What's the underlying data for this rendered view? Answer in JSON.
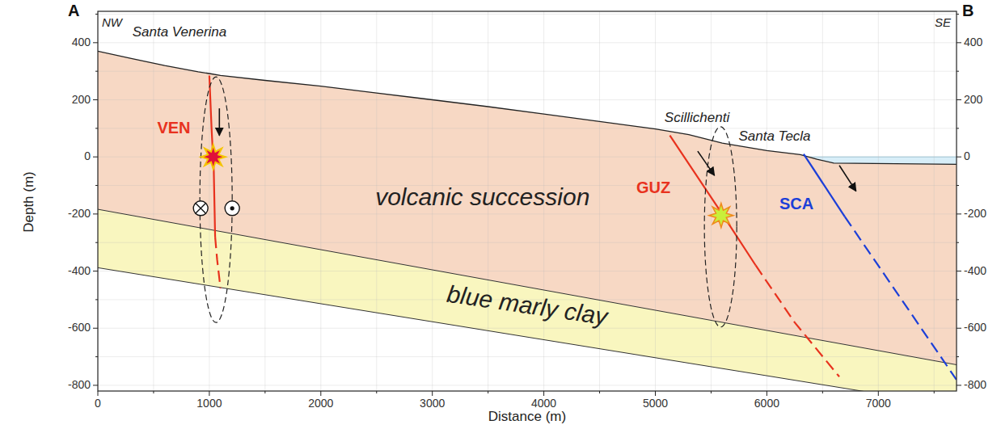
{
  "diagram": {
    "nodes": [
      {
        "text": [
          "volcanic succession"
        ]
      },
      {
        "text": [
          "blue marly clay"
        ]
      }
    ],
    "labels": [
      "A",
      "NW",
      "B",
      "SE",
      "400",
      "200",
      "0",
      "-200",
      "-400",
      "-600",
      "-800",
      "400",
      "200",
      "0",
      "-200",
      "-400",
      "-600",
      "-800",
      "0",
      "1000",
      "2000",
      "3000",
      "4000",
      "5000",
      "6000",
      "7000",
      "Depth (m)",
      "Distance (m)",
      "Santa Venerina",
      "Scillichenti",
      "Santa Tecla",
      "VEN",
      "GUZ",
      "SCA"
    ]
  }
}
